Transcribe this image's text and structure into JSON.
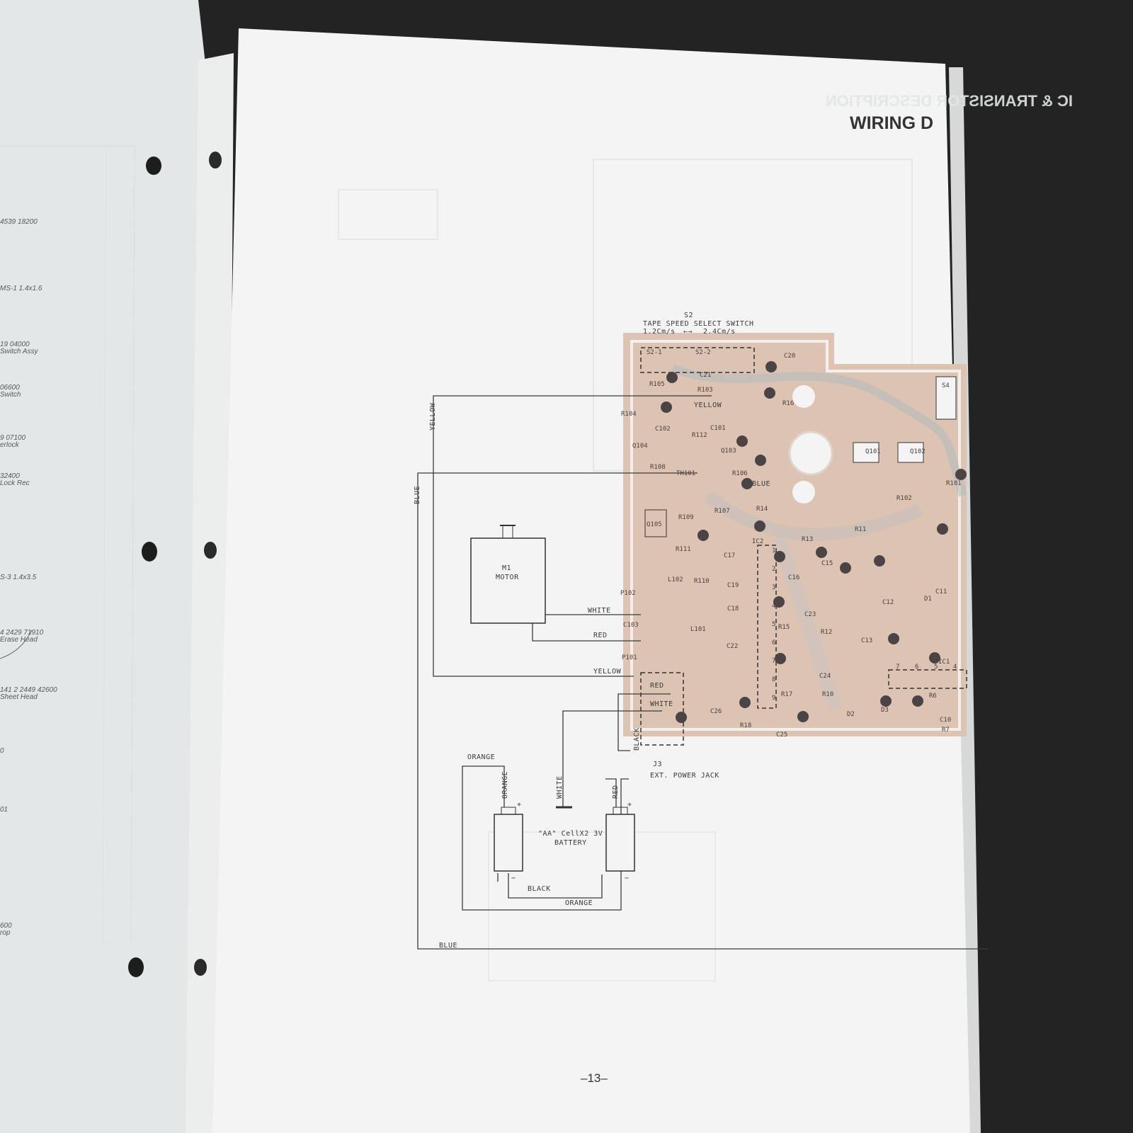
{
  "left_page": {
    "part_notes": [
      "4539 18200",
      "MS-1 1.4x1.6",
      "19 04000",
      "Switch Assy",
      "06600",
      "Switch",
      "9 07100",
      "erlock",
      "32400",
      "Lock Rec",
      "S-3 1.4x3.5",
      "4 2429 71910",
      "Erase Head",
      "141 2 2449 42600",
      "Sheet Head",
      "0",
      "01",
      "600",
      "rop"
    ]
  },
  "right_page": {
    "heading": "WIRING D",
    "ghost_heading": "IC & TRANSISTOR DESCRIPTION",
    "page_number": "–13–",
    "switch": {
      "ref": "S2",
      "title": "TAPE SPEED SELECT SWITCH",
      "speed_low": "1.2Cm/s",
      "speed_high": "2.4Cm/s",
      "arrow": "←→"
    },
    "motor": {
      "ref": "M1",
      "label": "MOTOR"
    },
    "battery": {
      "label1": "\"AA\" CellX2 3V",
      "label2": "BATTERY"
    },
    "jack": {
      "ref": "J3",
      "label": "EXT. POWER JACK"
    },
    "wire_labels": {
      "yellow_top": "YELLOW",
      "blue_left": "BLUE",
      "yellow_pcb": "YELLOW",
      "blue_pcb": "BLUE",
      "white_motor": "WHITE",
      "red_motor": "RED",
      "yellow_lower": "YELLOW",
      "red_jack": "RED",
      "white_jack": "WHITE",
      "black_jack": "BLACK",
      "orange_top": "ORANGE",
      "orange_batt": "ORANGE",
      "white_batt": "WHITE",
      "red_batt": "RED",
      "black_batt": "BLACK",
      "orange_bottom": "ORANGE",
      "blue_bottom": "BLUE"
    },
    "components": [
      "S2-1",
      "S2-2",
      "C20",
      "C21",
      "R105",
      "R103",
      "R16",
      "R104",
      "C102",
      "C101",
      "R112",
      "Q104",
      "Q103",
      "R108",
      "TH101",
      "R106",
      "Q101",
      "Q102",
      "R101",
      "R102",
      "Q105",
      "R109",
      "R107",
      "R14",
      "R13",
      "R11",
      "R111",
      "IC2",
      "C17",
      "C15",
      "L102",
      "R110",
      "C19",
      "C16",
      "C12",
      "C11",
      "D1",
      "P102",
      "C18",
      "C103",
      "L101",
      "C23",
      "R15",
      "R12",
      "C13",
      "P101",
      "C22",
      "C24",
      "R17",
      "R10",
      "IC1",
      "R6",
      "C26",
      "R18",
      "C25",
      "D2",
      "D3",
      "C10",
      "R7",
      "S4"
    ],
    "ic2_pins": [
      "1",
      "2",
      "3",
      "4",
      "5",
      "6",
      "7",
      "8",
      "9"
    ],
    "ic1_pins": [
      "7",
      "6",
      "5",
      "4"
    ]
  },
  "colors": {
    "pcb": "#dcc3b2",
    "page": "#f3f4f3",
    "background": "#232323"
  }
}
